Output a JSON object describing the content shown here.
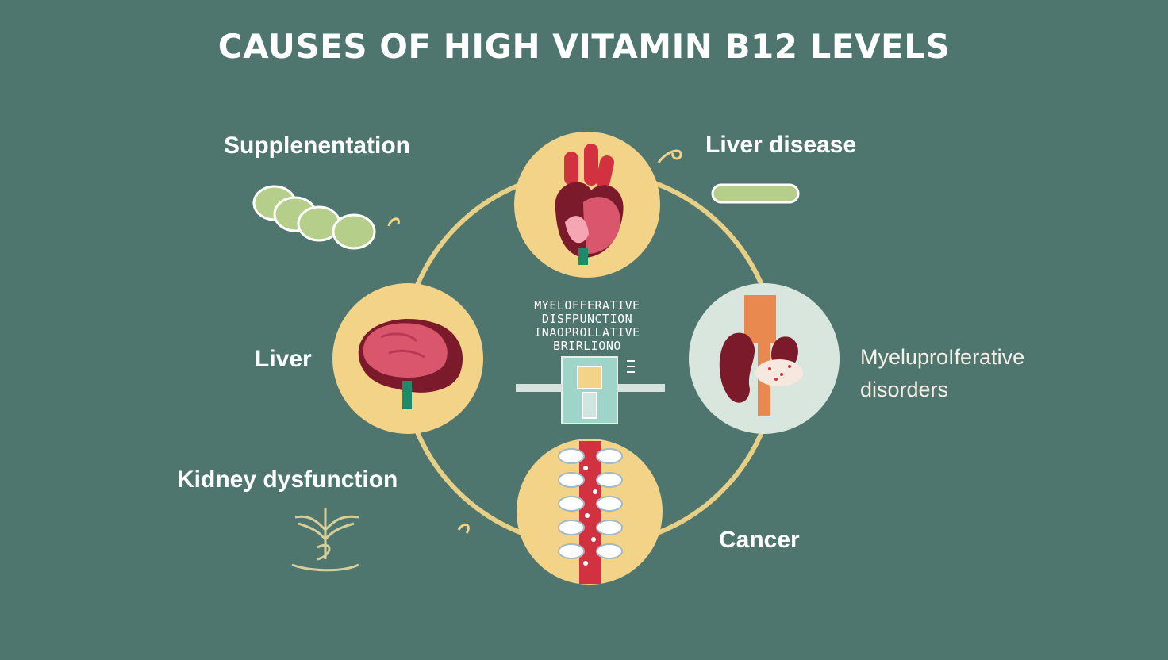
{
  "title": "CAUSES OF HIGH VITAMIN B12 LEVELS",
  "labels": {
    "supplementation": "Supplenentation",
    "liver_disease": "Liver disease",
    "liver": "Liver",
    "myeloproliferative_line1": "MyeluproIferative",
    "myeloproliferative_line2": "disorders",
    "kidney": "Kidney dysfunction",
    "cancer": "Cancer"
  },
  "center_text": {
    "line1": "MYELOFFERATIVE",
    "line2": "DISFPUNCTION",
    "line3": "INAOPROLLATIVE",
    "line4": "BRIRLIONO"
  },
  "colors": {
    "background": "#4e766f",
    "ring": "#e8cf86",
    "node_fill": "#f3d387",
    "node_fill_alt": "#d9e6de",
    "organ_dark": "#7b1a2b",
    "organ_pink": "#d9566d",
    "organ_red": "#d23240",
    "pill": "#b5cf8a",
    "stem": "#1e8a6c"
  },
  "icons": {
    "supplement": "pills-icon",
    "heart": "heart-icon",
    "liver": "liver-icon",
    "kidney": "kidney-icon",
    "spine": "spine-icon",
    "caduceus": "caduceus-icon",
    "bar": "progress-bar-icon",
    "device": "lab-device-icon"
  }
}
